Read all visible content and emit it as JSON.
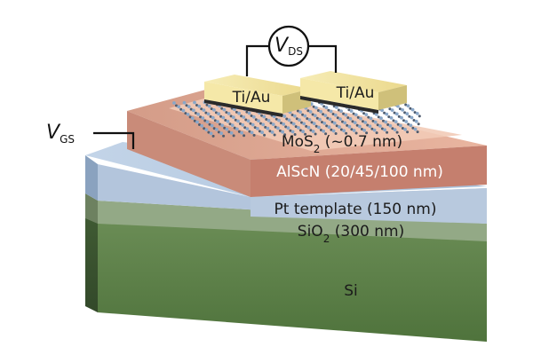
{
  "layers": {
    "si": "Si",
    "sio2_base": "SiO",
    "sio2_sub": "2",
    "sio2_tail": " (300 nm)",
    "pt": "Pt template (150 nm)",
    "alscn": "AlScN (20/45/100 nm)",
    "mos2_base": "MoS",
    "mos2_sub": "2",
    "mos2_tail": " (~0.7 nm)"
  },
  "contacts": {
    "left": "Ti/Au",
    "right": "Ti/Au"
  },
  "terminals": {
    "vgs_main": "V",
    "vgs_sub": "GS",
    "vds_main": "V",
    "vds_sub": "DS"
  },
  "colors": {
    "si": "#5a7f47",
    "sio2": "#8fa57d",
    "pt": "#a9bed4",
    "alscn": "#c98a78",
    "mos2": "#f0c7b3",
    "ti_au": "#f3e6a0"
  }
}
